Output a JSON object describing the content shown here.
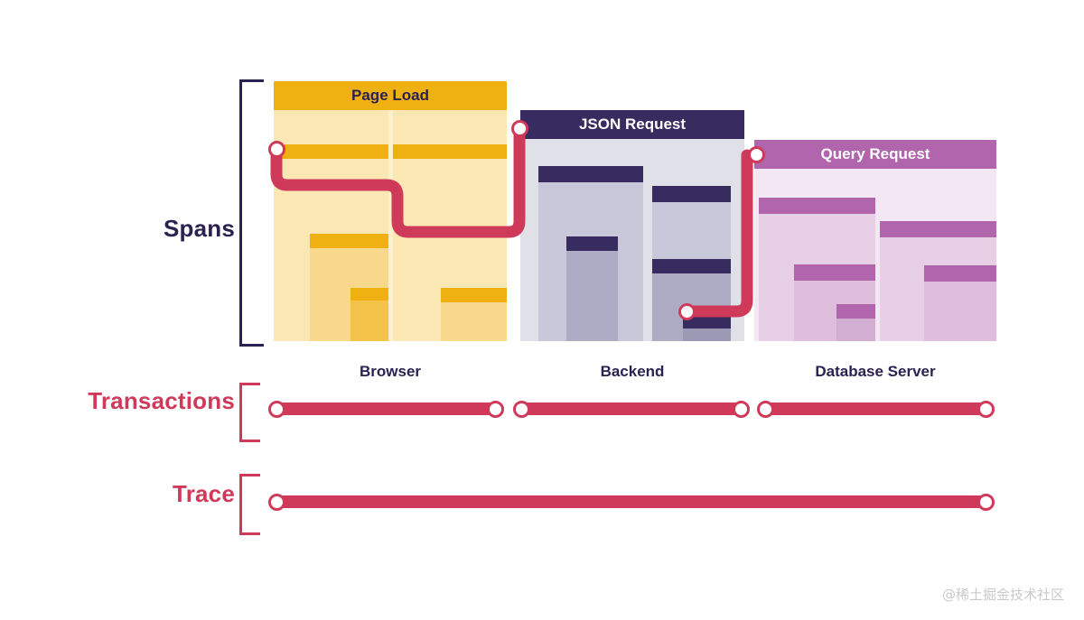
{
  "diagram": {
    "title_rows": {
      "spans": "Spans",
      "transactions": "Transactions",
      "trace": "Trace"
    },
    "colors": {
      "accent_red": "#d03a5a",
      "ink_navy": "#2b2251",
      "browser_title_bg": "#eeb111",
      "browser_body_bg": "#fdf0cd",
      "backend_title_bg": "#372b60",
      "backend_body_bg": "#e0e0e8",
      "database_title_bg": "#b065ac",
      "database_body_bg": "#f3e7f3",
      "watermark_grey": "#c9c9c9"
    },
    "columns": [
      {
        "id": "browser",
        "title": "Page Load",
        "footer": "Browser",
        "spans": [
          {
            "name": "browser-span-1"
          },
          {
            "name": "browser-span-2"
          },
          {
            "name": "browser-span-3"
          },
          {
            "name": "browser-span-4"
          },
          {
            "name": "browser-span-5"
          }
        ]
      },
      {
        "id": "backend",
        "title": "JSON Request",
        "footer": "Backend",
        "spans": [
          {
            "name": "backend-span-1"
          },
          {
            "name": "backend-span-2"
          },
          {
            "name": "backend-span-3"
          },
          {
            "name": "backend-span-4"
          },
          {
            "name": "backend-span-5"
          }
        ]
      },
      {
        "id": "database",
        "title": "Query Request",
        "footer": "Database Server",
        "spans": [
          {
            "name": "database-span-1"
          },
          {
            "name": "database-span-2"
          },
          {
            "name": "database-span-3"
          },
          {
            "name": "database-span-4"
          },
          {
            "name": "database-span-5"
          }
        ]
      }
    ],
    "transactions_timeline": {
      "segments": [
        {
          "name": "transaction-browser"
        },
        {
          "name": "transaction-backend"
        },
        {
          "name": "transaction-database"
        }
      ],
      "node_count": 6
    },
    "trace_timeline": {
      "node_count": 2
    }
  },
  "watermark": "@稀土掘金技术社区"
}
